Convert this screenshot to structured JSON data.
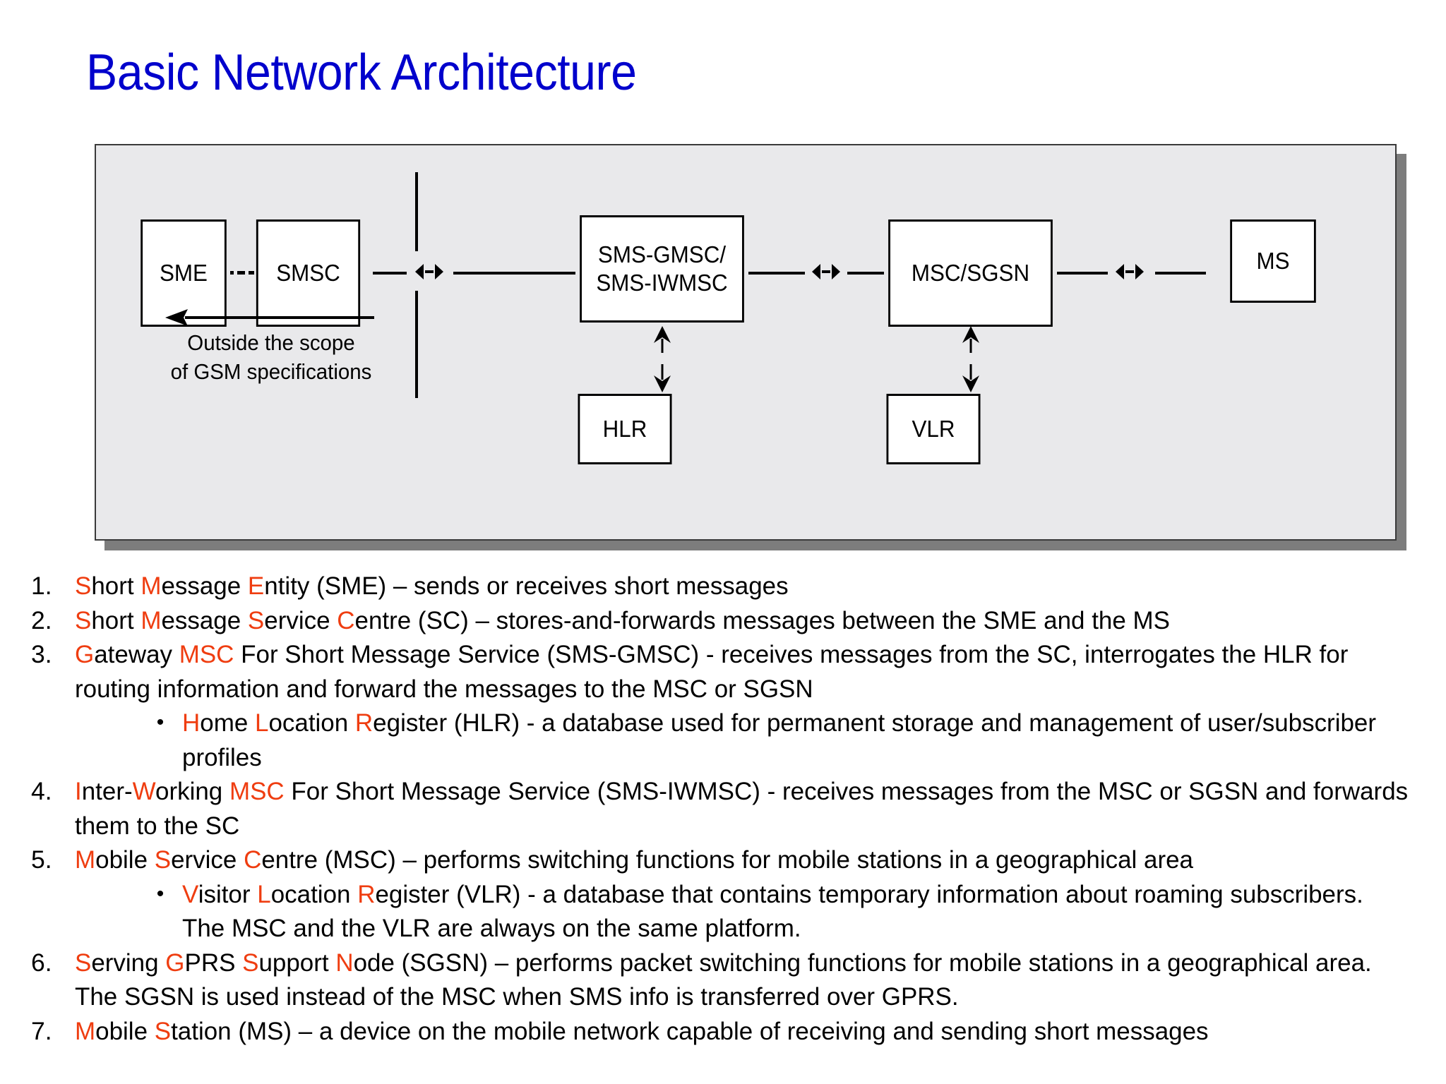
{
  "slide": {
    "title": "Basic Network Architecture",
    "title_color": "#0000cc",
    "highlight_color": "#ef3d10",
    "panel_background": "#e9e9eb"
  },
  "diagram": {
    "nodes": [
      {
        "id": "sme",
        "label": "SME"
      },
      {
        "id": "smsc",
        "label": "SMSC"
      },
      {
        "id": "gmsc",
        "label_line1": "SMS-GMSC/",
        "label_line2": "SMS-IWMSC"
      },
      {
        "id": "msc",
        "label": "MSC/SGSN"
      },
      {
        "id": "ms",
        "label": "MS"
      },
      {
        "id": "hlr",
        "label": "HLR"
      },
      {
        "id": "vlr",
        "label": "VLR"
      }
    ],
    "scope_note_line1": "Outside the scope",
    "scope_note_line2": "of GSM specifications",
    "interfaces": [
      {
        "id": "iface-smsc-gmsc",
        "symbol": "diamond-interface"
      },
      {
        "id": "iface-gmsc-msc",
        "symbol": "diamond-interface"
      },
      {
        "id": "iface-msc-ms",
        "symbol": "diamond-interface"
      }
    ]
  },
  "list": [
    {
      "num": "1.",
      "runs": [
        {
          "t": "S",
          "hl": true
        },
        {
          "t": "hort "
        },
        {
          "t": "M",
          "hl": true
        },
        {
          "t": "essage "
        },
        {
          "t": "E",
          "hl": true
        },
        {
          "t": "ntity (SME) – sends or receives short messages"
        }
      ]
    },
    {
      "num": "2.",
      "runs": [
        {
          "t": "S",
          "hl": true
        },
        {
          "t": "hort "
        },
        {
          "t": "M",
          "hl": true
        },
        {
          "t": "essage "
        },
        {
          "t": "S",
          "hl": true
        },
        {
          "t": "ervice "
        },
        {
          "t": "C",
          "hl": true
        },
        {
          "t": "entre (SC) – stores-and-forwards messages between the SME and the MS"
        }
      ]
    },
    {
      "num": "3.",
      "runs": [
        {
          "t": "G",
          "hl": true
        },
        {
          "t": "ateway "
        },
        {
          "t": "MSC",
          "hl": true
        },
        {
          "t": " For Short Message Service (SMS-GMSC) - receives messages from the SC, interrogates the HLR for routing information and forward the messages to the MSC or SGSN"
        }
      ]
    },
    {
      "sub": true,
      "num": "•",
      "runs": [
        {
          "t": "H",
          "hl": true
        },
        {
          "t": "ome "
        },
        {
          "t": "L",
          "hl": true
        },
        {
          "t": "ocation "
        },
        {
          "t": "R",
          "hl": true
        },
        {
          "t": "egister (HLR) - a database used for permanent storage and management of user/subscriber profiles"
        }
      ]
    },
    {
      "num": "4.",
      "runs": [
        {
          "t": "I",
          "hl": true
        },
        {
          "t": "nter-"
        },
        {
          "t": "W",
          "hl": true
        },
        {
          "t": "orking "
        },
        {
          "t": "MSC",
          "hl": true
        },
        {
          "t": " For Short Message Service (SMS-IWMSC) - receives messages from the MSC or SGSN and forwards them to the SC"
        }
      ]
    },
    {
      "num": "5.",
      "runs": [
        {
          "t": "M",
          "hl": true
        },
        {
          "t": "obile "
        },
        {
          "t": "S",
          "hl": true
        },
        {
          "t": "ervice "
        },
        {
          "t": "C",
          "hl": true
        },
        {
          "t": "entre (MSC) – performs switching functions for mobile stations in a geographical area"
        }
      ]
    },
    {
      "sub": true,
      "num": "•",
      "runs": [
        {
          "t": "V",
          "hl": true
        },
        {
          "t": "isitor "
        },
        {
          "t": "L",
          "hl": true
        },
        {
          "t": "ocation "
        },
        {
          "t": "R",
          "hl": true
        },
        {
          "t": "egister (VLR) - a database that contains temporary information about roaming subscribers.  The MSC and the VLR are always on the same platform."
        }
      ]
    },
    {
      "num": "6.",
      "runs": [
        {
          "t": "S",
          "hl": true
        },
        {
          "t": "erving "
        },
        {
          "t": "G",
          "hl": true
        },
        {
          "t": "PRS "
        },
        {
          "t": "S",
          "hl": true
        },
        {
          "t": "upport "
        },
        {
          "t": "N",
          "hl": true
        },
        {
          "t": "ode (SGSN) – performs packet switching functions for mobile stations in a geographical area.  The SGSN is used instead of the MSC when SMS info is transferred over GPRS."
        }
      ]
    },
    {
      "num": "7.",
      "runs": [
        {
          "t": "M",
          "hl": true
        },
        {
          "t": "obile "
        },
        {
          "t": "S",
          "hl": true
        },
        {
          "t": "tation (MS) – a device on the mobile network capable of receiving and sending short messages"
        }
      ]
    }
  ]
}
